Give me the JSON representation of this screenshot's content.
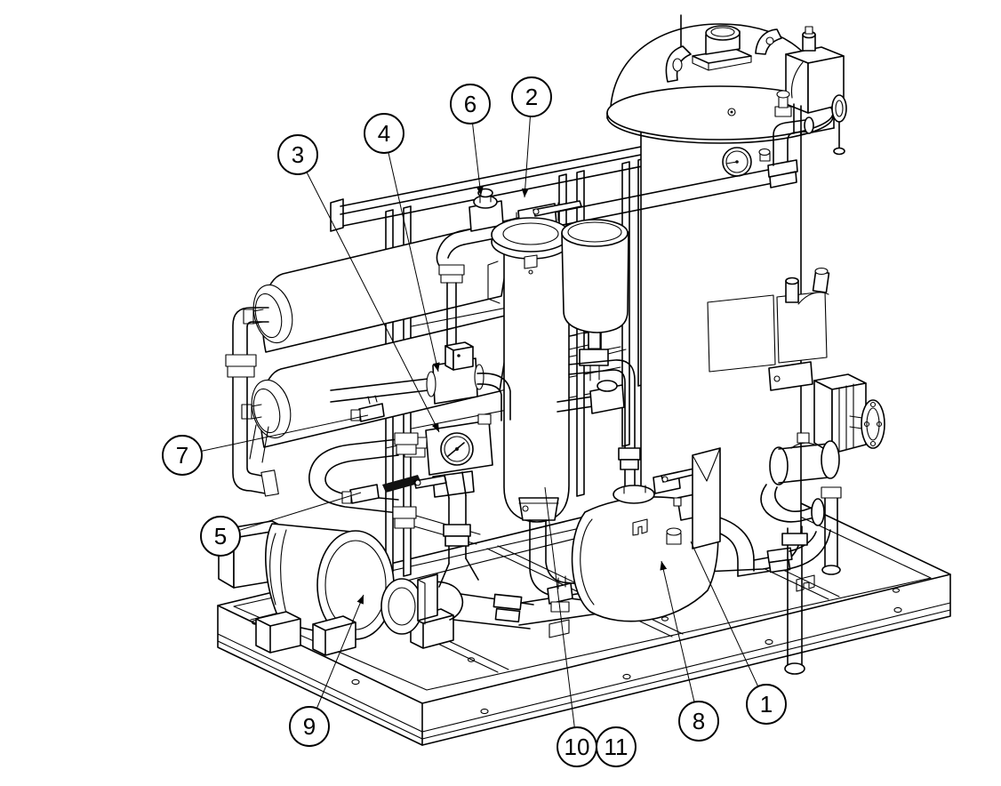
{
  "drawing": {
    "background_color": "#ffffff",
    "ink_color": "#000000",
    "style": "isometric line drawing"
  },
  "callouts": [
    {
      "label": "1"
    },
    {
      "label": "2"
    },
    {
      "label": "3"
    },
    {
      "label": "4"
    },
    {
      "label": "5"
    },
    {
      "label": "6"
    },
    {
      "label": "7"
    },
    {
      "label": "8"
    },
    {
      "label": "9"
    },
    {
      "label": "10"
    },
    {
      "label": "11"
    }
  ]
}
